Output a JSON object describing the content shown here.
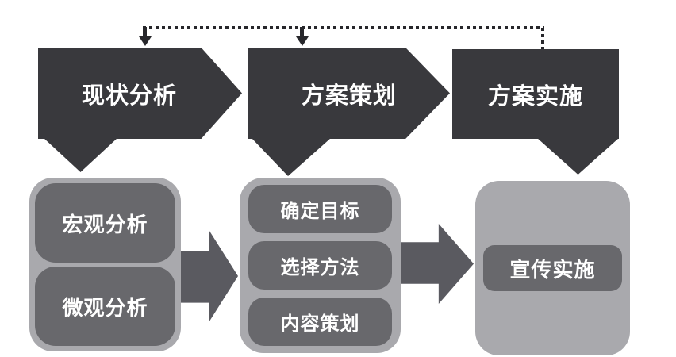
{
  "palette": {
    "background": "#ffffff",
    "banner_dark": "#39393d",
    "connector_dark": "#39393d",
    "container_light": "#a9a9ad",
    "item_gray": "#68686c",
    "arrow_gray": "#5a5a60",
    "dotted_line": "#27272b",
    "text_white": "#ffffff"
  },
  "banners": [
    {
      "label": "现状分析"
    },
    {
      "label": "方案策划"
    },
    {
      "label": "方案实施"
    }
  ],
  "groups": [
    {
      "items": [
        "宏观分析",
        "微观分析"
      ]
    },
    {
      "items": [
        "确定目标",
        "选择方法",
        "内容策划"
      ]
    },
    {
      "items": [
        "宣传实施"
      ]
    }
  ]
}
